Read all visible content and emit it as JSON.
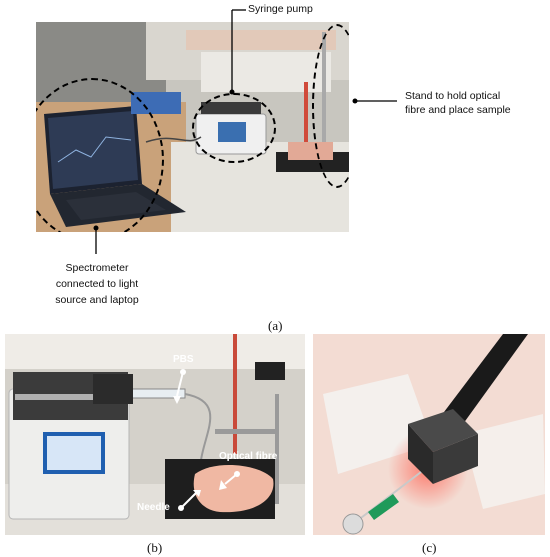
{
  "panel_a": {
    "letter": "(a)",
    "labels": {
      "syringe_pump": "Syringe pump",
      "stand": "Stand to hold optical fibre and place sample",
      "stand_line1": "Stand to hold optical",
      "stand_line2": "fibre and place sample",
      "spectrometer_line1": "Spectrometer",
      "spectrometer_line2": "connected to light",
      "spectrometer_line3": "source and laptop"
    }
  },
  "panel_b": {
    "letter": "(b)",
    "annotations": {
      "pbs": "PBS",
      "optical_fibre": "Optical fibre",
      "needle": "Needle"
    }
  },
  "panel_c": {
    "letter": "(c)"
  }
}
